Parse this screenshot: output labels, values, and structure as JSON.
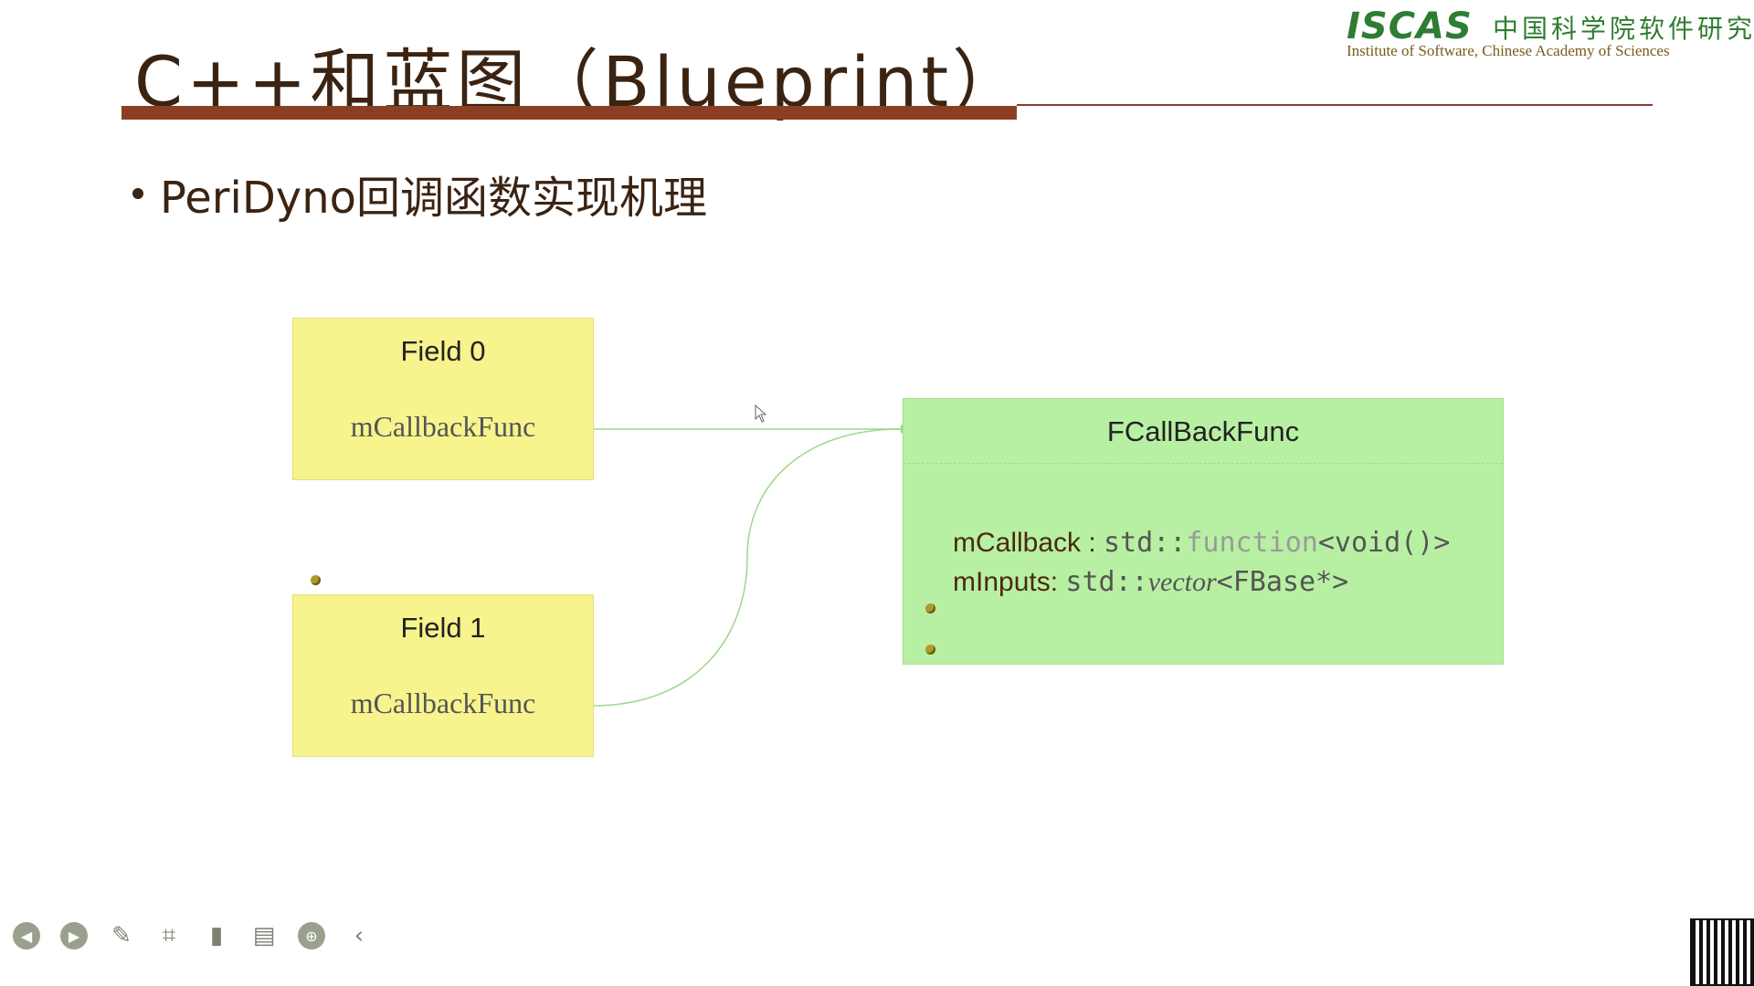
{
  "slide": {
    "title": "C++和蓝图（Blueprint）",
    "bullet": "PeriDyno回调函数实现机理"
  },
  "logo": {
    "mark": "ISCAS",
    "name_cn": "中国科学院软件研究所",
    "name_en": "Institute of Software, Chinese Academy of Sciences"
  },
  "diagram": {
    "field0": {
      "title": "Field 0",
      "member": "mCallbackFunc"
    },
    "field1": {
      "title": "Field 1",
      "member": "mCallbackFunc"
    },
    "fcallback": {
      "title": "FCallBackFunc",
      "line1_label": "mCallback : ",
      "line1_ns": "std::",
      "line1_fn": "function",
      "line1_rest": "<void()>",
      "line2_label": "mInputs: ",
      "line2_ns": "std::",
      "line2_type": "vector",
      "line2_rest": "<FBase*>"
    }
  },
  "toolbar": {
    "buttons": [
      "prev-icon",
      "play-icon",
      "pen-icon",
      "screenshot-icon",
      "video-icon",
      "comment-icon",
      "globe-icon",
      "collapse-icon"
    ]
  },
  "colors": {
    "field_fill": "#f7f38d",
    "fcb_fill": "#b8f0a3",
    "title_rule": "#8a3f24",
    "connector": "#9fd68e"
  }
}
